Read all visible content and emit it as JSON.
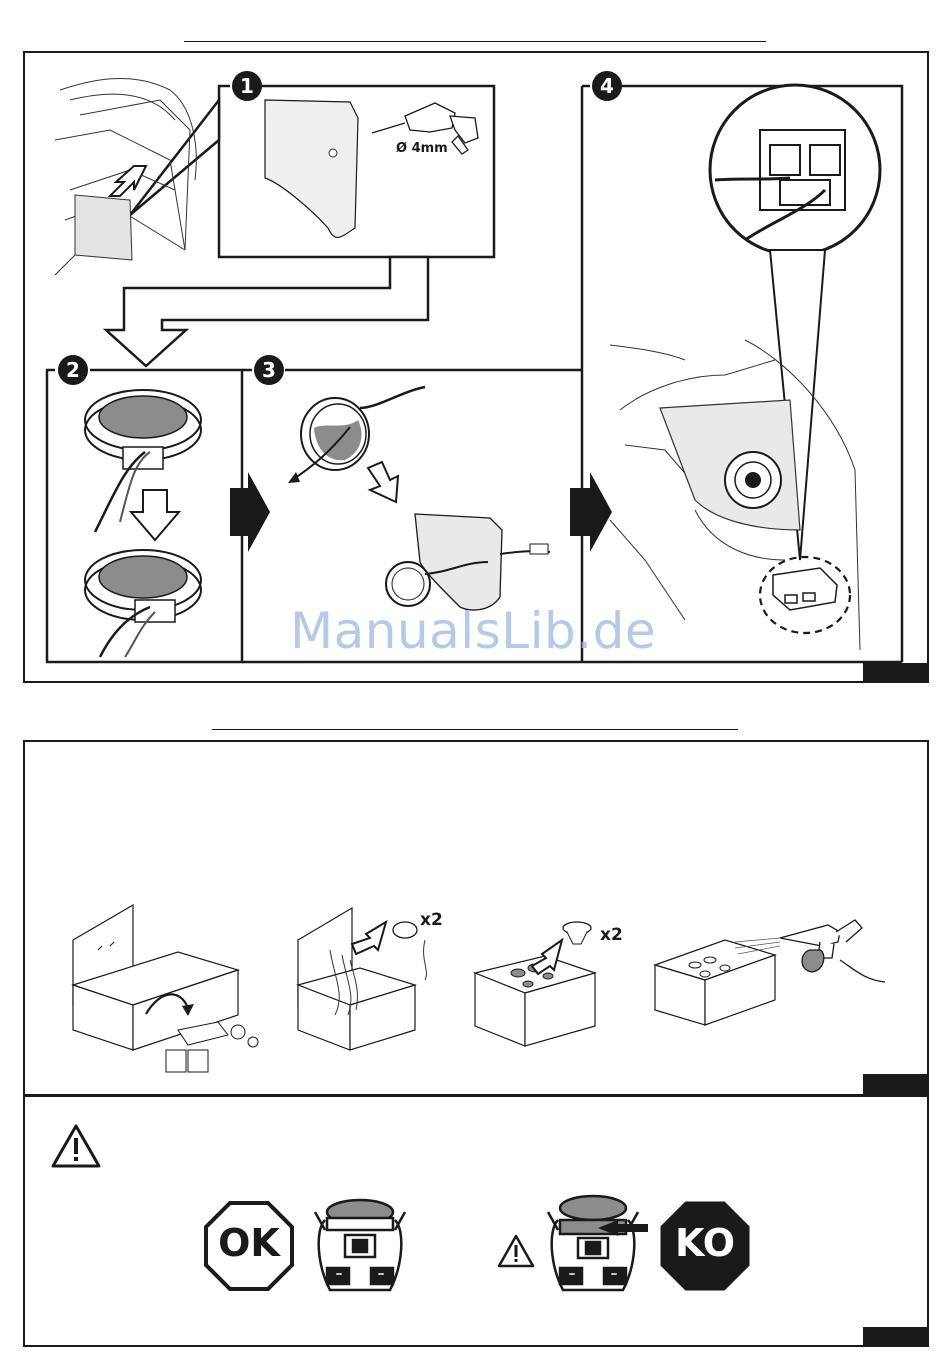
{
  "panel_top": {
    "drill_label": "Ø 4mm",
    "steps": [
      "1",
      "2",
      "3",
      "4"
    ]
  },
  "watermark": "ManualsLib.de",
  "panel_middle": {
    "quantities": [
      "x2",
      "x2"
    ]
  },
  "panel_bottom": {
    "ok_label": "OK",
    "ko_label": "KO"
  },
  "colors": {
    "ink": "#1a1a1a",
    "speaker_cone": "#8c8c8c",
    "panel_fill": "#e9e9e9",
    "watermark": "#9db9de"
  },
  "icons": [
    "warning-icon",
    "drill-icon",
    "arrow-icon",
    "speaker-icon",
    "connector-icon",
    "spray-gun-icon"
  ]
}
